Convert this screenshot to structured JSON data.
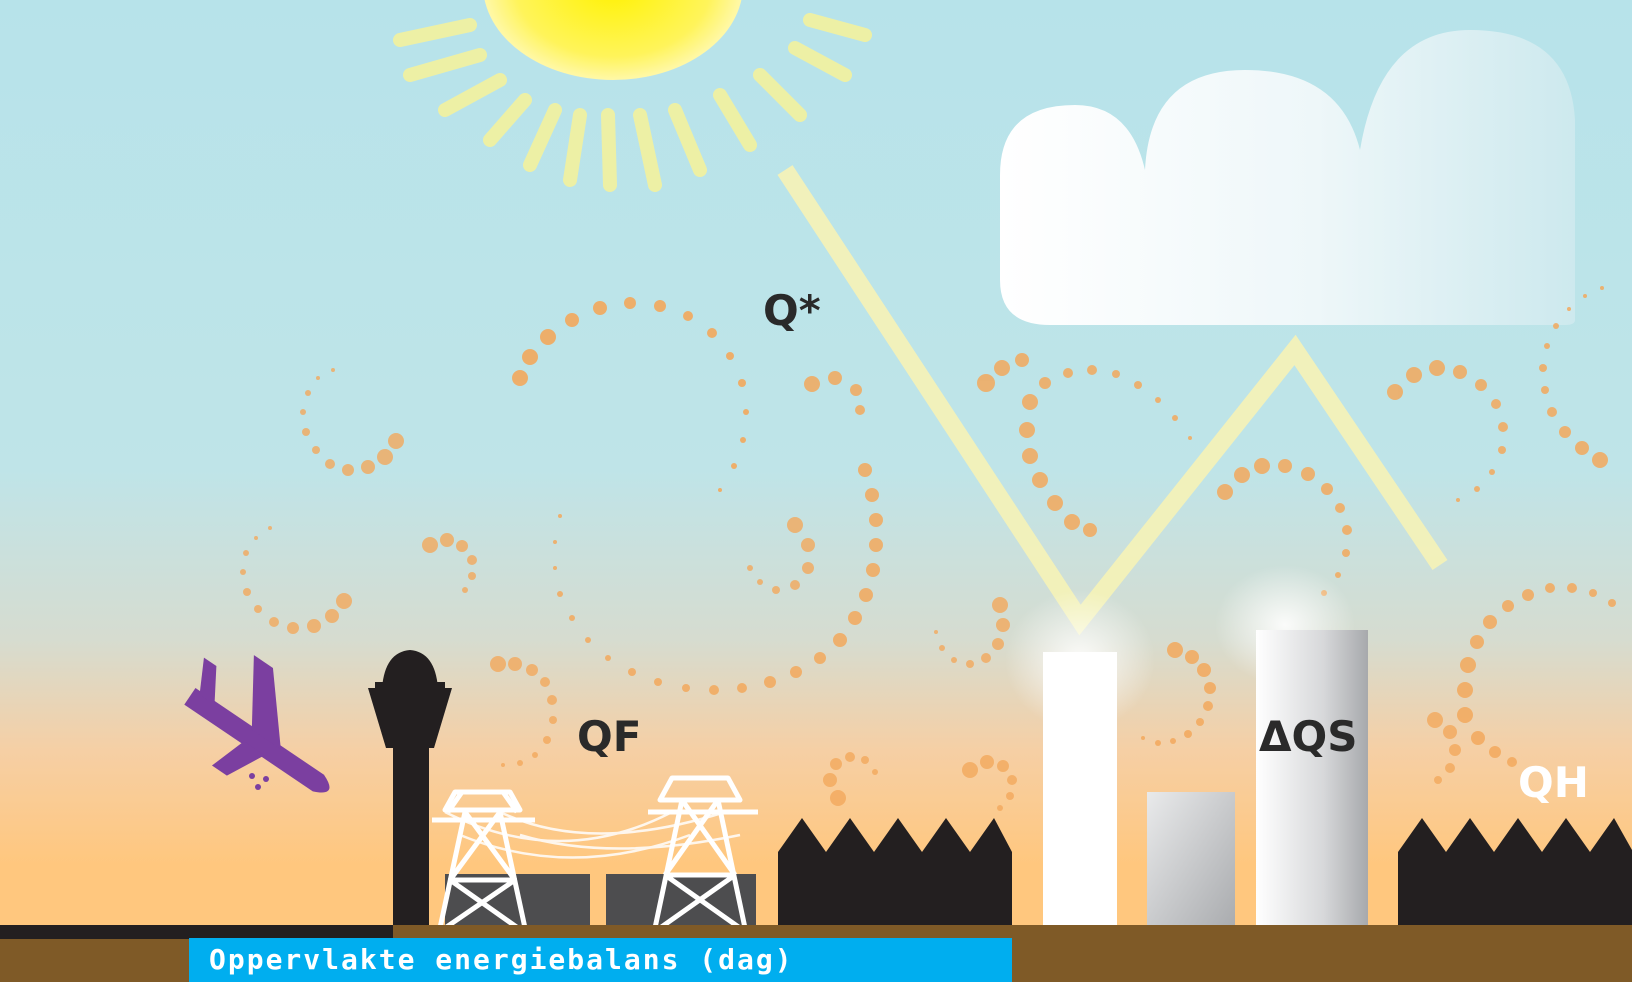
{
  "diagram": {
    "labels": {
      "net_radiation": "Q*",
      "anthropogenic_heat": "QF",
      "storage_heat": "ΔQS",
      "sensible_heat": "QH"
    },
    "caption": "Oppervlakte energiebalans (dag)"
  },
  "colors": {
    "sky_top": "#b7e3ea",
    "sky_bottom": "#ffc77e",
    "sun": "#fff23a",
    "ray": "#f3f1b8",
    "swirl_dots": "#f3a95d",
    "airplane": "#7b3fa0",
    "silhouette": "#231f20",
    "ground": "#7f5a27",
    "caption_bg": "#00aeef"
  },
  "icons": [
    "sun-icon",
    "cloud-icon",
    "airplane-icon",
    "control-tower-icon",
    "power-pylon-icon",
    "factory-icon",
    "building-icon"
  ]
}
